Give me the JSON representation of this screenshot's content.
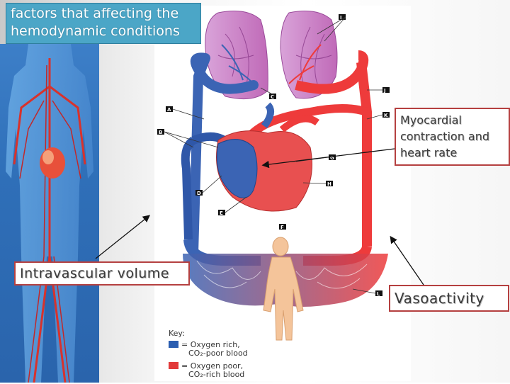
{
  "title": "factors that affecting the hemodynamic conditions",
  "callouts": {
    "myocardial": "Myocardial contraction and heart rate",
    "volume": "Intravascular volume",
    "vasoactivity": "Vasoactivity"
  },
  "labels": [
    "A",
    "B",
    "C",
    "D",
    "E",
    "F",
    "G",
    "H",
    "I",
    "J",
    "K",
    "L"
  ],
  "key": {
    "title": "Key:",
    "blue_line1": "= Oxygen rich,",
    "blue_line2": "CO₂-poor blood",
    "red_line1": "= Oxygen poor,",
    "red_line2": "CO₂-rich blood",
    "blue_color": "#2a5db0",
    "red_color": "#e23a3a"
  },
  "colors": {
    "title_bg": "#4ba6c7",
    "callout_border": "#b54040",
    "vessel_blue": "#3b64b4",
    "vessel_red": "#ee3b3b",
    "lung": "#c882c8"
  }
}
